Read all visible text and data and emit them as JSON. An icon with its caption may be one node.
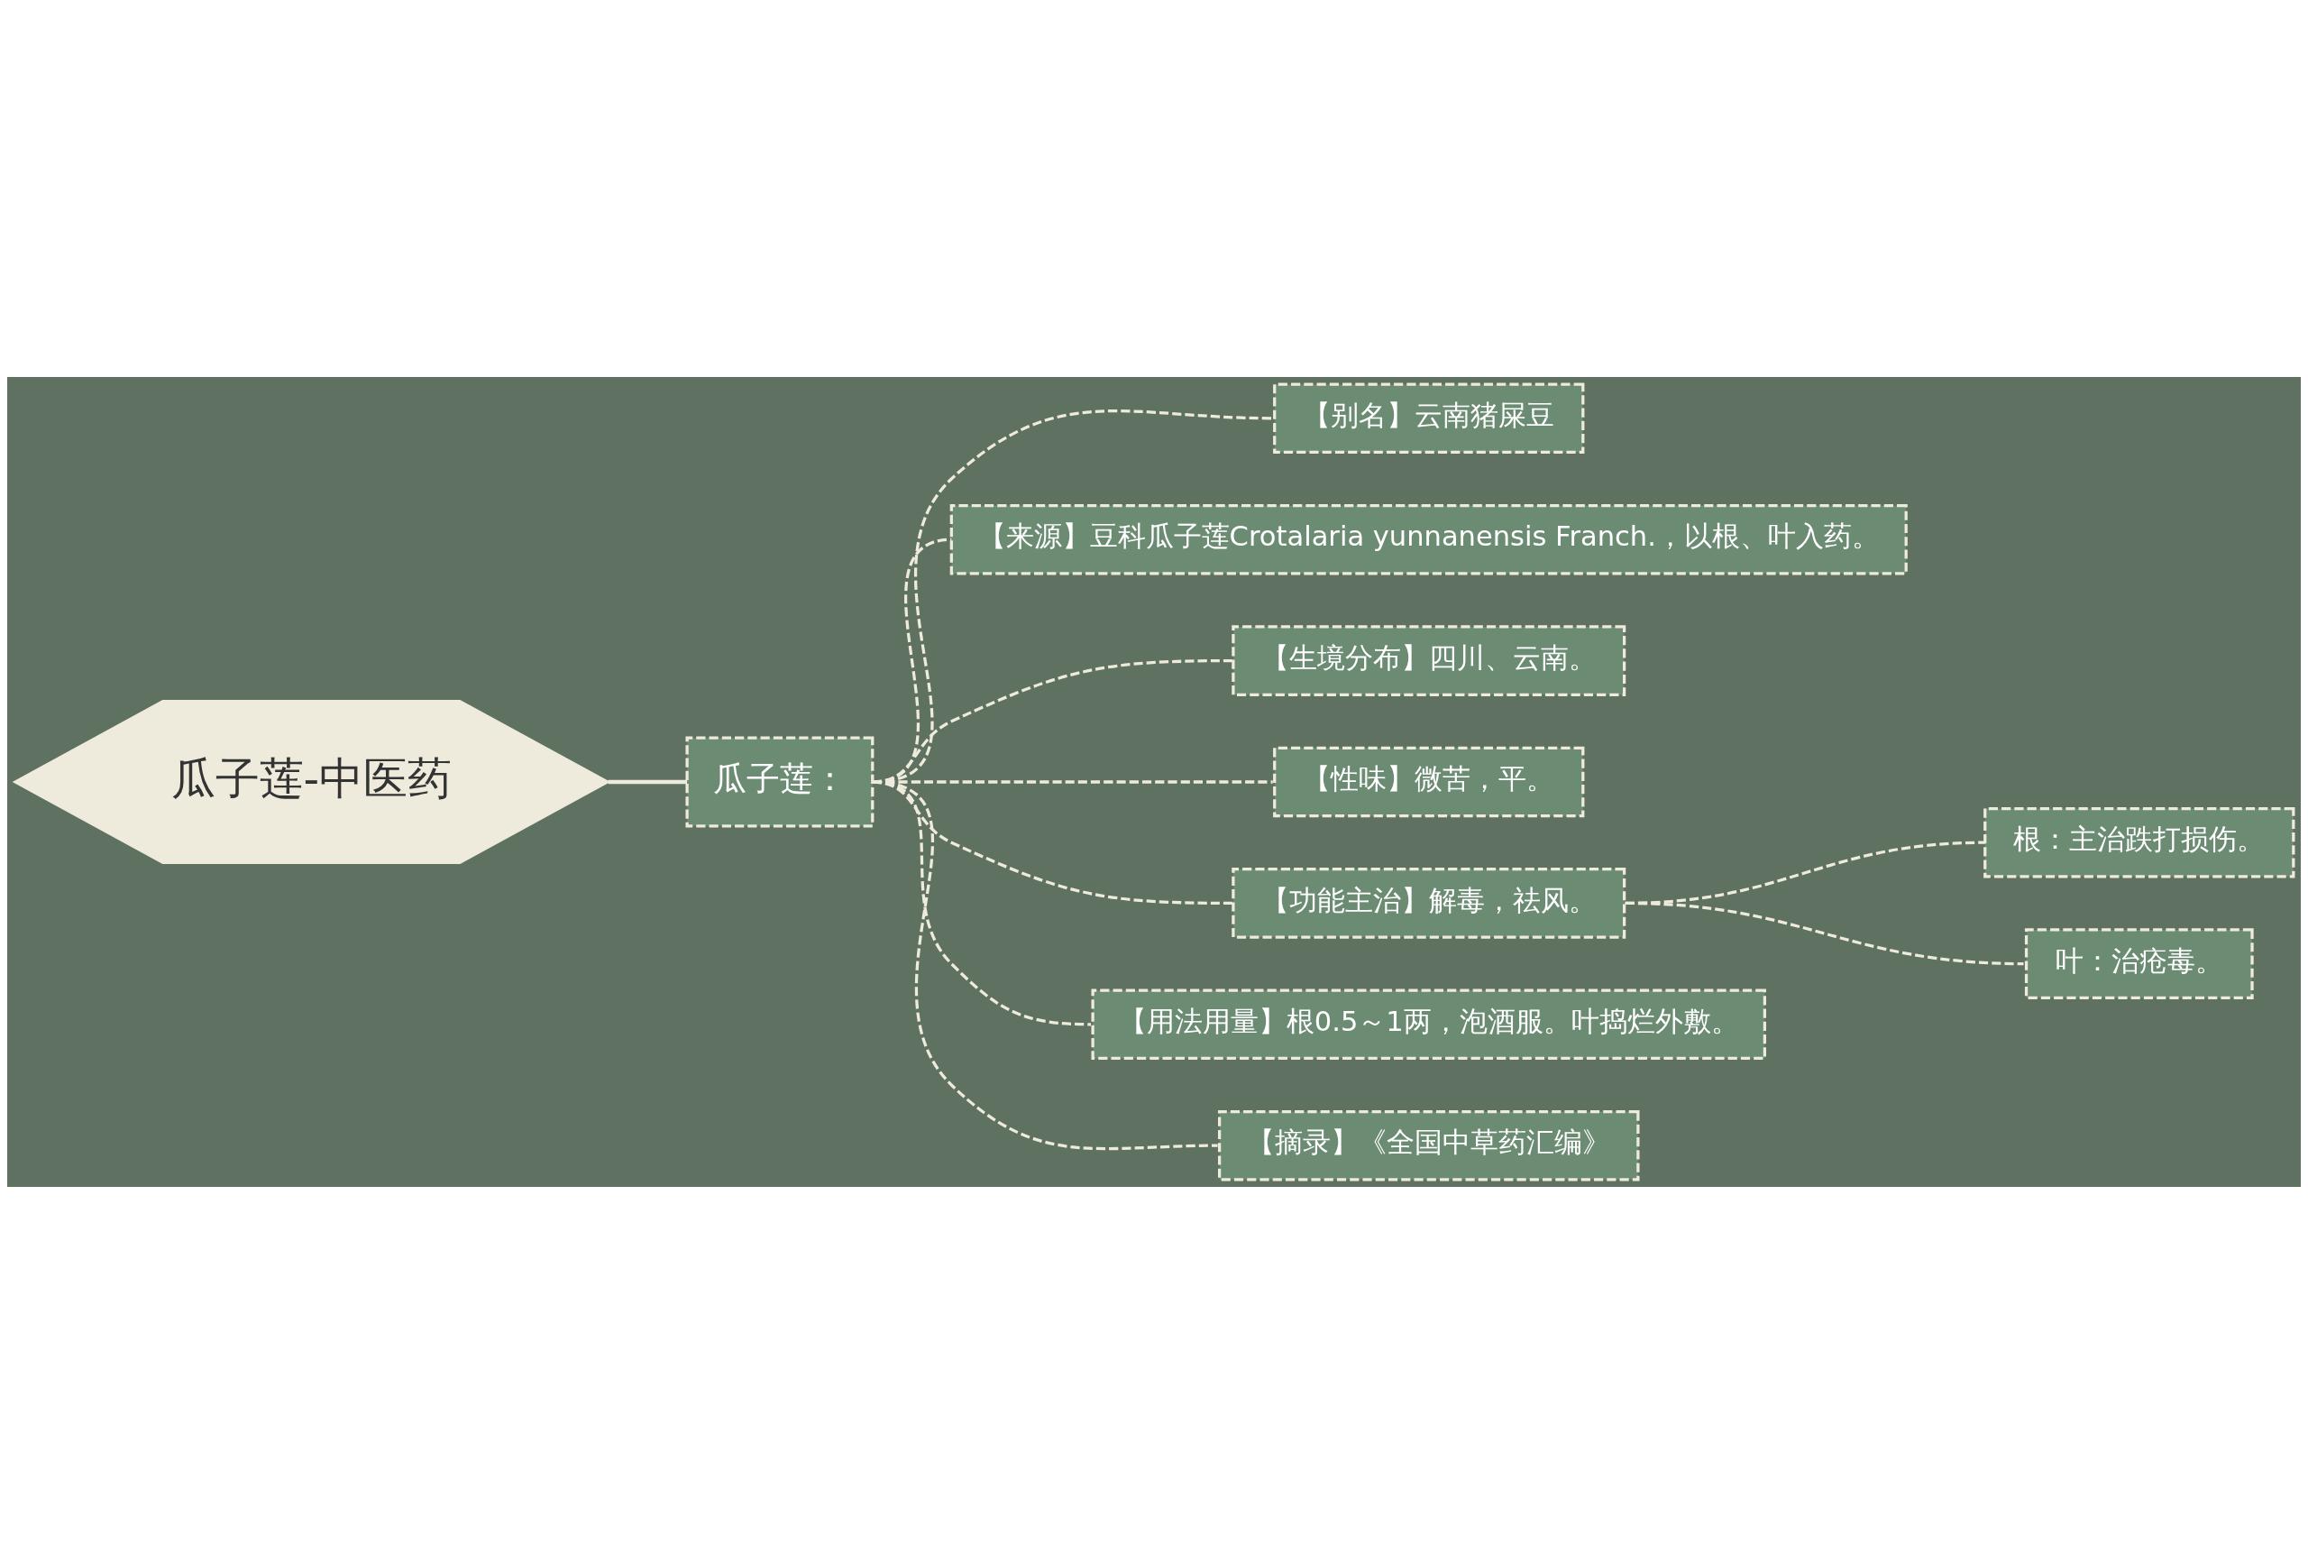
{
  "diagram": {
    "nodes": [
      {
        "text": [
          "瓜子莲-中医药"
        ]
      },
      {
        "text": [
          "瓜子莲："
        ]
      },
      {
        "text": [
          "【别名】云南猪屎豆"
        ]
      },
      {
        "text": [
          "【来源】豆科瓜子莲Crotalaria yunnanensis Franch.，以根、叶入药。"
        ]
      },
      {
        "text": [
          "【生境分布】四川、云南。"
        ]
      },
      {
        "text": [
          "【性味】微苦，平。"
        ]
      },
      {
        "text": [
          "【功能主治】解毒，祛风。"
        ]
      },
      {
        "text": [
          "根：主治跌打损伤。"
        ]
      },
      {
        "text": [
          "叶：治疮毒。"
        ]
      },
      {
        "text": [
          "【用法用量】根0.5～1两，泡酒服。叶捣烂外敷。"
        ]
      },
      {
        "text": [
          "【摘录】《全国中草药汇编》"
        ]
      }
    ],
    "edges": [
      {
        "from": 0,
        "to": 1,
        "arrow": "none"
      },
      {
        "from": 1,
        "to": 2,
        "arrow": "none",
        "style": "dashed"
      },
      {
        "from": 1,
        "to": 3,
        "arrow": "none",
        "style": "dashed"
      },
      {
        "from": 1,
        "to": 4,
        "arrow": "none",
        "style": "dashed"
      },
      {
        "from": 1,
        "to": 5,
        "arrow": "none",
        "style": "dashed"
      },
      {
        "from": 1,
        "to": 6,
        "arrow": "none",
        "style": "dashed"
      },
      {
        "from": 6,
        "to": 7,
        "arrow": "none",
        "style": "dashed"
      },
      {
        "from": 6,
        "to": 8,
        "arrow": "none",
        "style": "dashed"
      },
      {
        "from": 1,
        "to": 9,
        "arrow": "none",
        "style": "dashed"
      },
      {
        "from": 1,
        "to": 10,
        "arrow": "none",
        "style": "dashed"
      }
    ]
  }
}
